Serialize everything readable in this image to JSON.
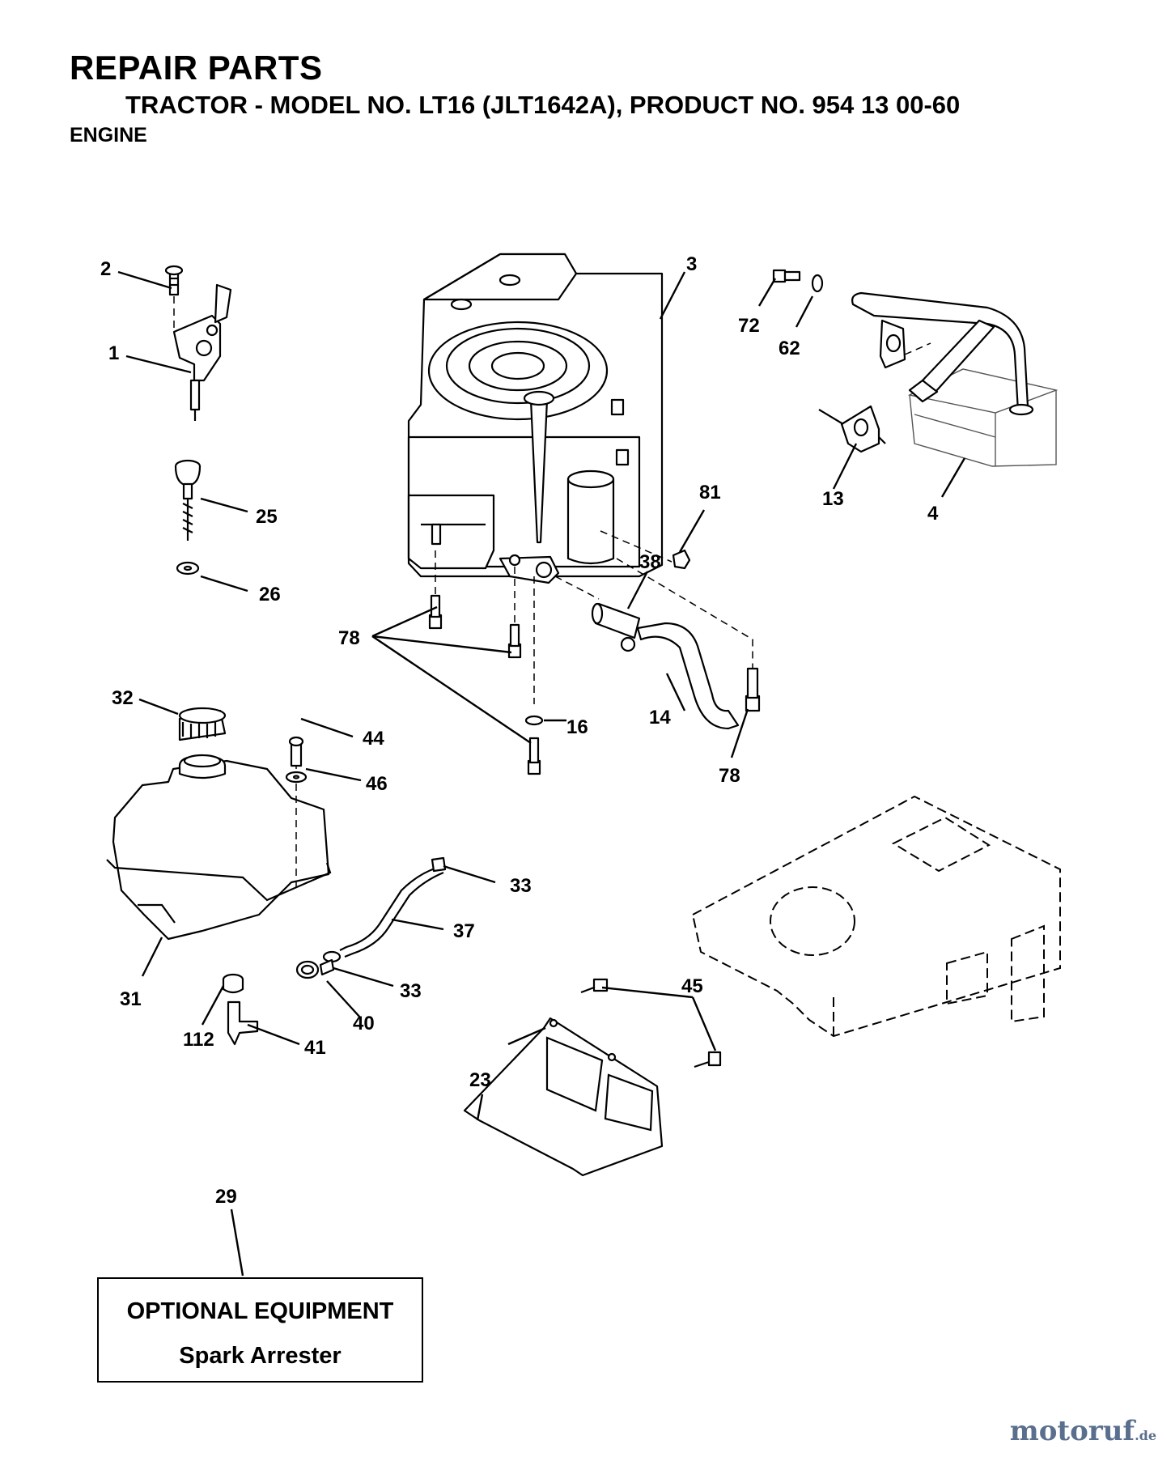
{
  "header": {
    "title": "REPAIR PARTS",
    "subtitle": "TRACTOR - MODEL NO. LT16 (JLT1642A), PRODUCT NO. 954 13 00-60",
    "section": "ENGINE"
  },
  "callouts": [
    "2",
    "1",
    "25",
    "26",
    "3",
    "72",
    "62",
    "13",
    "4",
    "81",
    "38",
    "78",
    "78",
    "14",
    "16",
    "32",
    "44",
    "46",
    "31",
    "112",
    "41",
    "40",
    "33",
    "37",
    "33",
    "45",
    "23",
    "29"
  ],
  "optional_box": {
    "title": "OPTIONAL EQUIPMENT",
    "item": "Spark Arrester"
  },
  "watermark": {
    "name": "motoruf",
    "suffix": ".de",
    "color": "#5a6f8e"
  }
}
